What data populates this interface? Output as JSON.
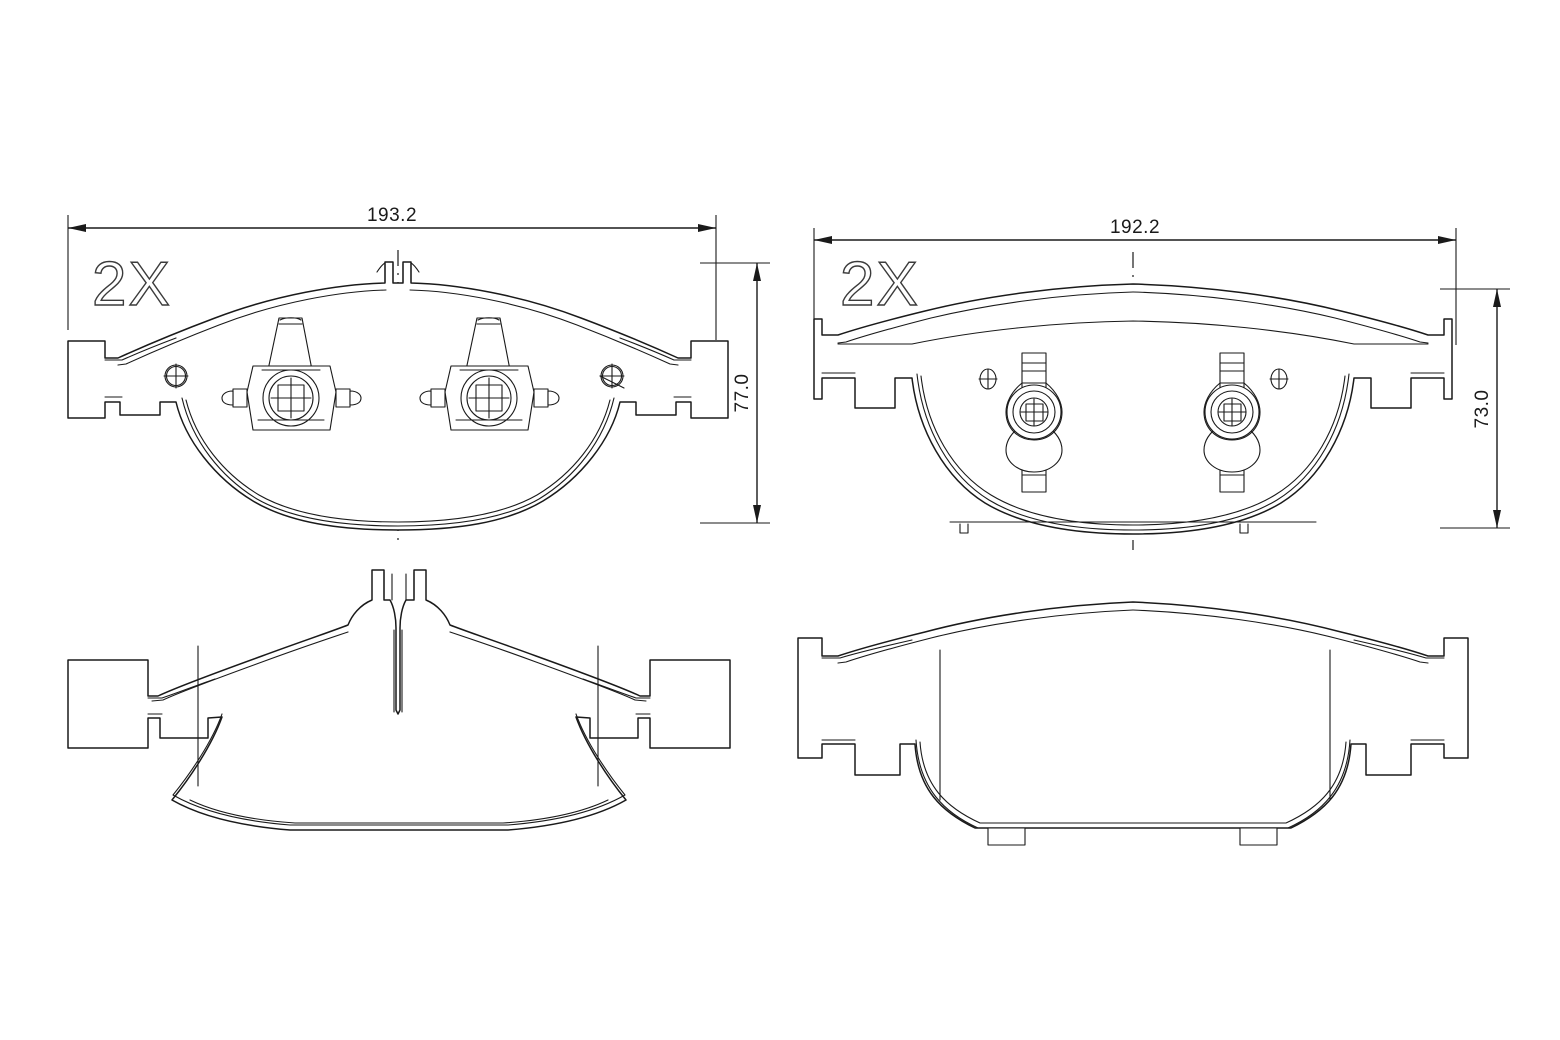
{
  "drawing": {
    "title": "Brake pad set technical drawing",
    "background_color": "#ffffff",
    "line_color": "#1a1a1a",
    "sheet_width": 1560,
    "sheet_height": 1040
  },
  "views": [
    {
      "id": "upper-left",
      "name": "outer-pad-front-view",
      "quantity_label": "2X",
      "width_dimension": "193.2",
      "height_dimension": "77.0",
      "features": "two clip-retained wear sensor posts, two crosshair rivet holes, center top notch"
    },
    {
      "id": "upper-right",
      "name": "inner-pad-front-view",
      "quantity_label": "2X",
      "width_dimension": "192.2",
      "height_dimension": "73.0",
      "features": "two vertical spring clips with crosshair bosses, two crosshair rivet holes"
    },
    {
      "id": "lower-left",
      "name": "outer-pad-backing-plate-view",
      "quantity_label": "",
      "width_dimension": "",
      "height_dimension": "",
      "features": "backing plate outline with center top fork and sensor slot"
    },
    {
      "id": "lower-right",
      "name": "inner-pad-backing-plate-view",
      "quantity_label": "",
      "width_dimension": "",
      "height_dimension": "",
      "features": "plain backing plate outline with bottom locating tabs"
    }
  ],
  "dimensions": {
    "upper_left_width": "193.2",
    "upper_left_height": "77.0",
    "upper_right_width": "192.2",
    "upper_right_height": "73.0"
  },
  "quantity": {
    "left_label": "2X",
    "right_label": "2X"
  }
}
